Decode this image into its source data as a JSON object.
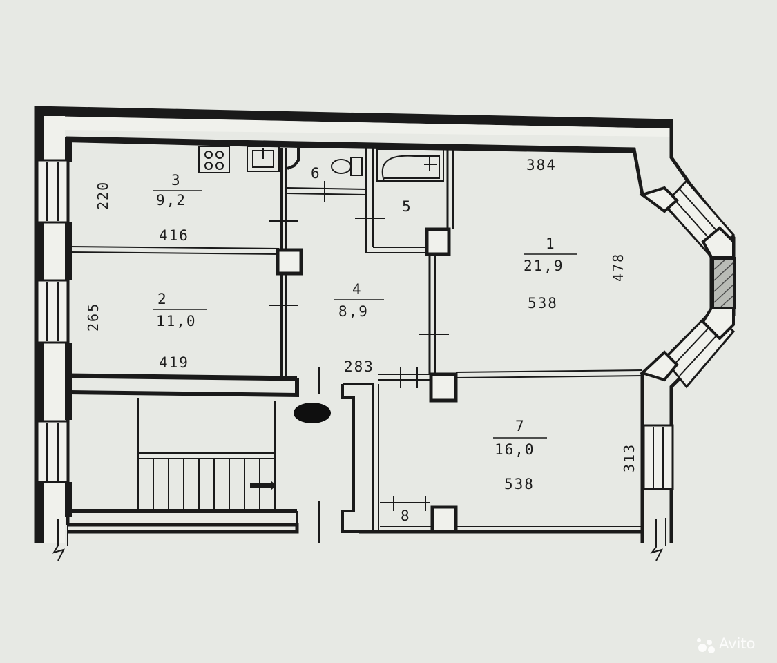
{
  "rooms": [
    {
      "id": "3",
      "number": "3",
      "area": "9,2"
    },
    {
      "id": "2",
      "number": "2",
      "area": "11,0"
    },
    {
      "id": "4",
      "number": "4",
      "area": "8,9"
    },
    {
      "id": "1",
      "number": "1",
      "area": "21,9"
    },
    {
      "id": "7",
      "number": "7",
      "area": "16,0"
    },
    {
      "id": "6",
      "number": "6"
    },
    {
      "id": "5",
      "number": "5"
    },
    {
      "id": "8",
      "number": "8"
    }
  ],
  "dimensions": {
    "room3_height": "220",
    "room3_width": "416",
    "room2_height": "265",
    "room2_width": "419",
    "hall_width": "283",
    "room1_top": "384",
    "room1_side": "478",
    "room1_width": "538",
    "room7_side": "313",
    "room7_width": "538"
  },
  "watermark": "Avito"
}
